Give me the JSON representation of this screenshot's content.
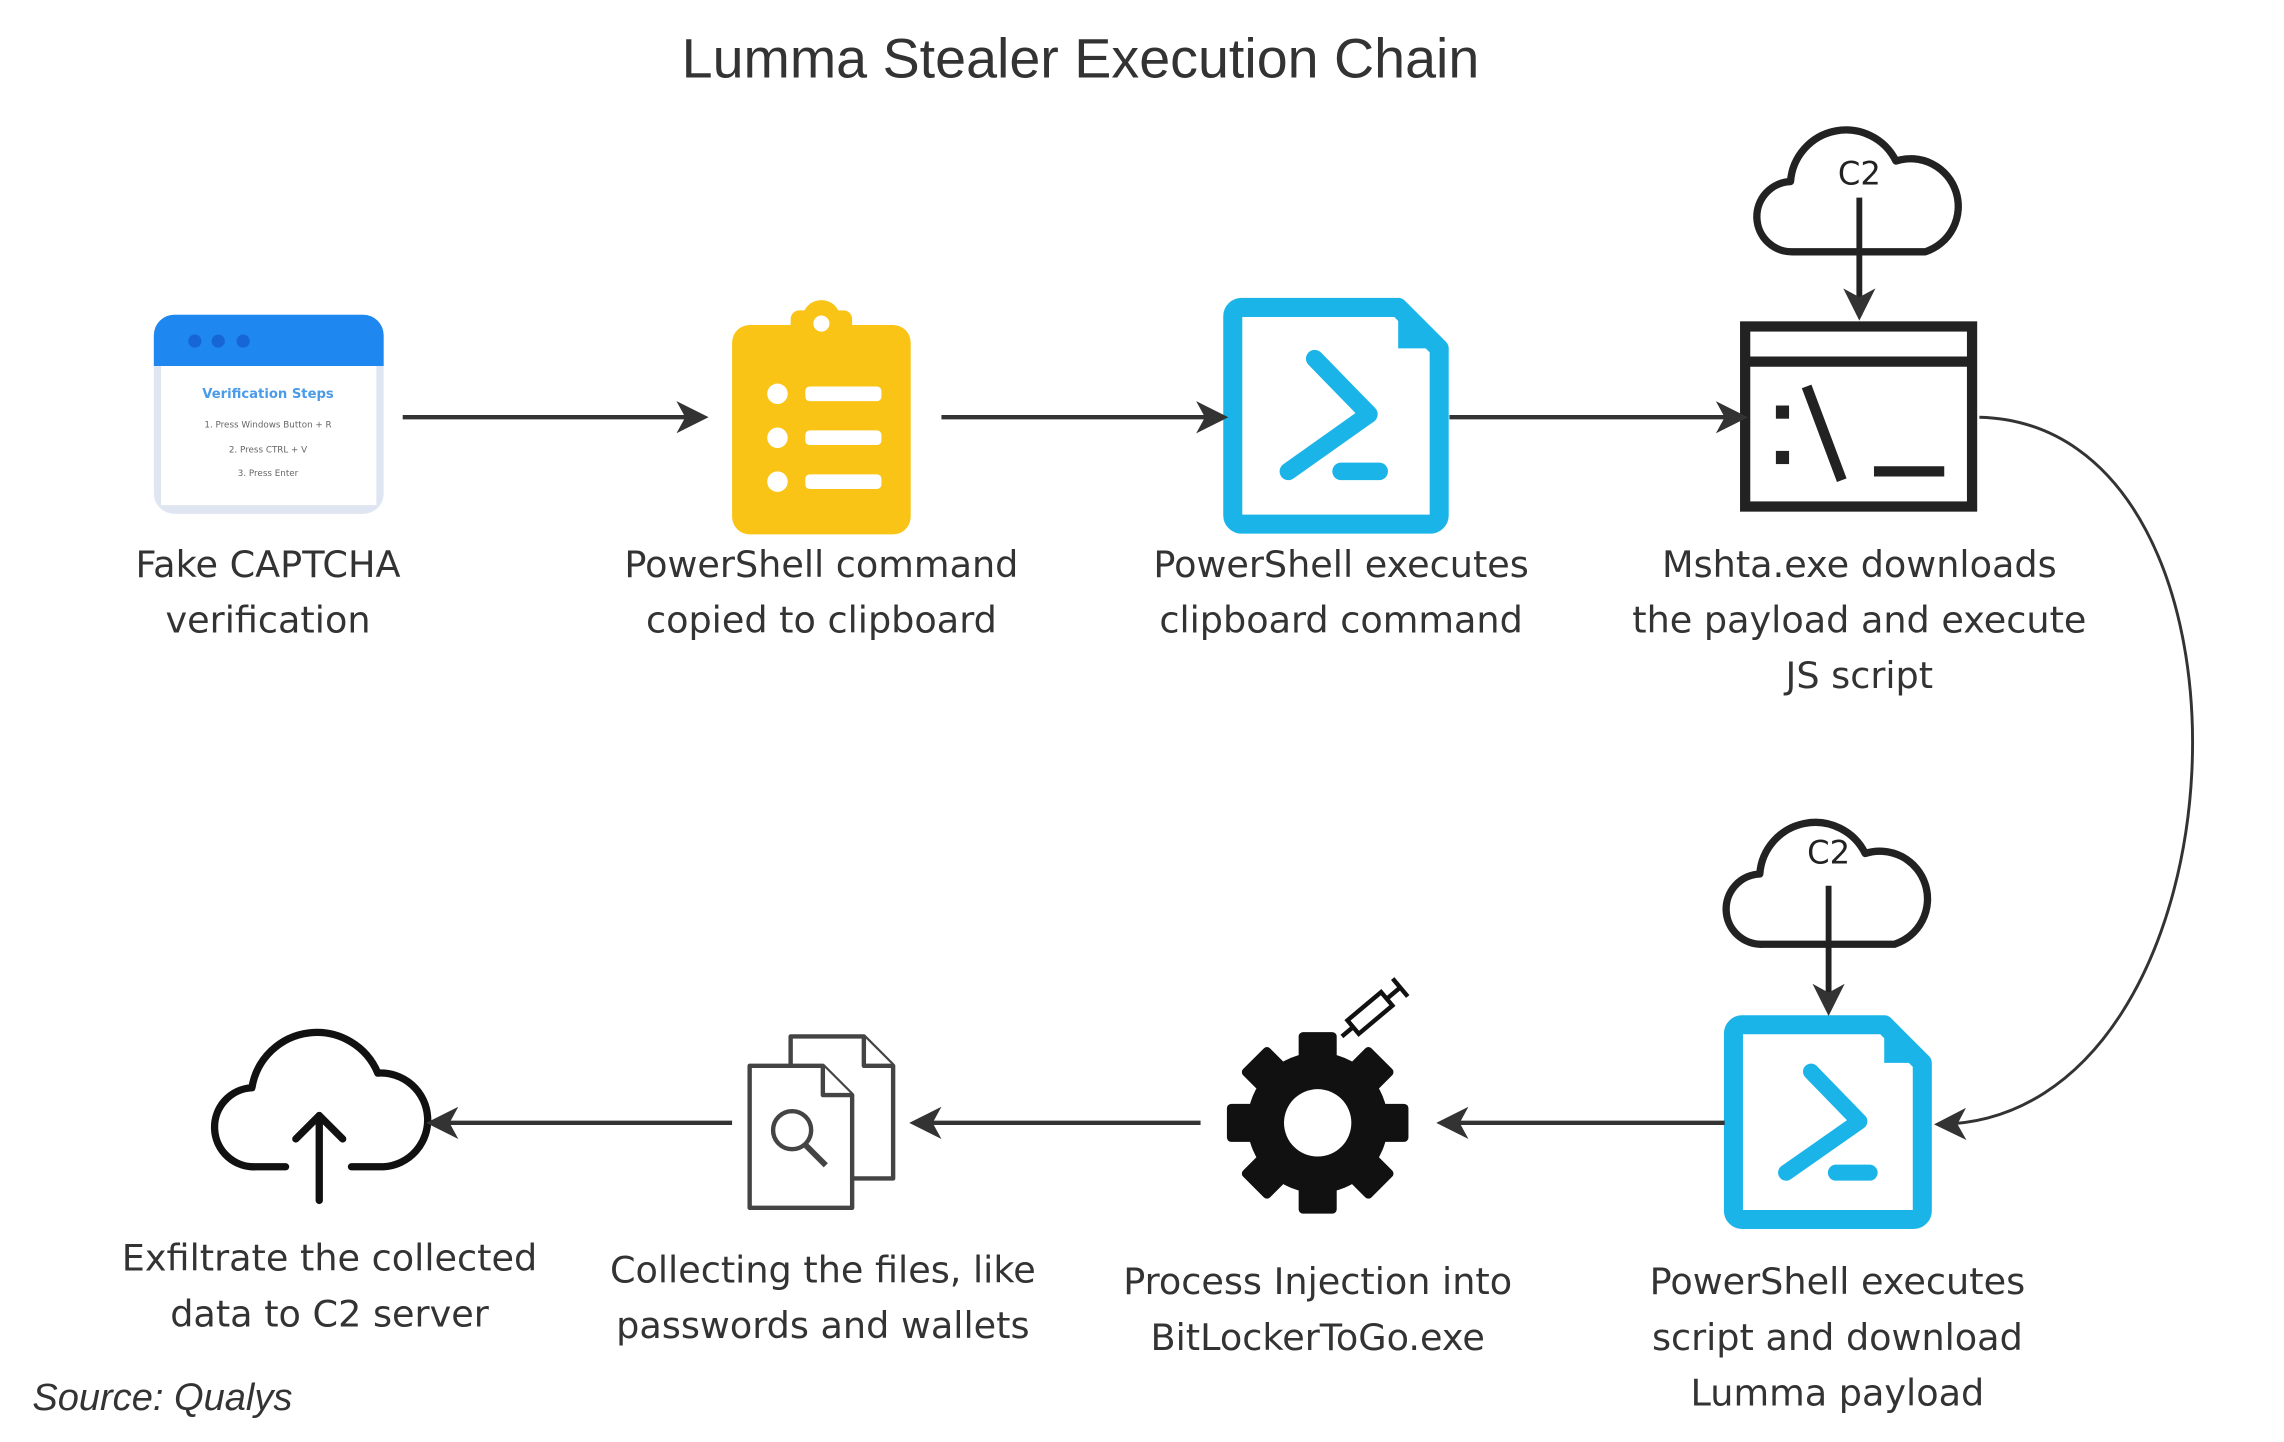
{
  "title": "Lumma Stealer Execution Chain",
  "source": "Source: Qualys",
  "colors": {
    "powershell": "#1AB4E8",
    "clipboard": "#F9C416",
    "browser_bar": "#1E88F0",
    "text": "#333333"
  },
  "captcha_card": {
    "heading": "Verification Steps",
    "steps": [
      "1. Press Windows Button + R",
      "2. Press CTRL + V",
      "3. Press Enter"
    ]
  },
  "c2_label": "C2",
  "steps": [
    {
      "icon": "browser-captcha-icon",
      "lines": [
        "Fake CAPTCHA",
        "verification"
      ]
    },
    {
      "icon": "clipboard-icon",
      "lines": [
        "PowerShell command",
        "copied to clipboard"
      ]
    },
    {
      "icon": "powershell-file-icon",
      "lines": [
        "PowerShell executes",
        "clipboard command"
      ]
    },
    {
      "icon": "terminal-window-icon",
      "lines": [
        "Mshta.exe downloads",
        "the payload and execute",
        "JS script"
      ]
    },
    {
      "icon": "powershell-file-icon",
      "lines": [
        "PowerShell executes",
        "script and download",
        "Lumma payload"
      ]
    },
    {
      "icon": "gear-syringe-icon",
      "lines": [
        "Process Injection into",
        "BitLockerToGo.exe"
      ]
    },
    {
      "icon": "documents-search-icon",
      "lines": [
        "Collecting the files, like",
        "passwords and wallets"
      ]
    },
    {
      "icon": "cloud-upload-icon",
      "lines": [
        "Exfiltrate the collected",
        "data to C2 server"
      ]
    }
  ]
}
